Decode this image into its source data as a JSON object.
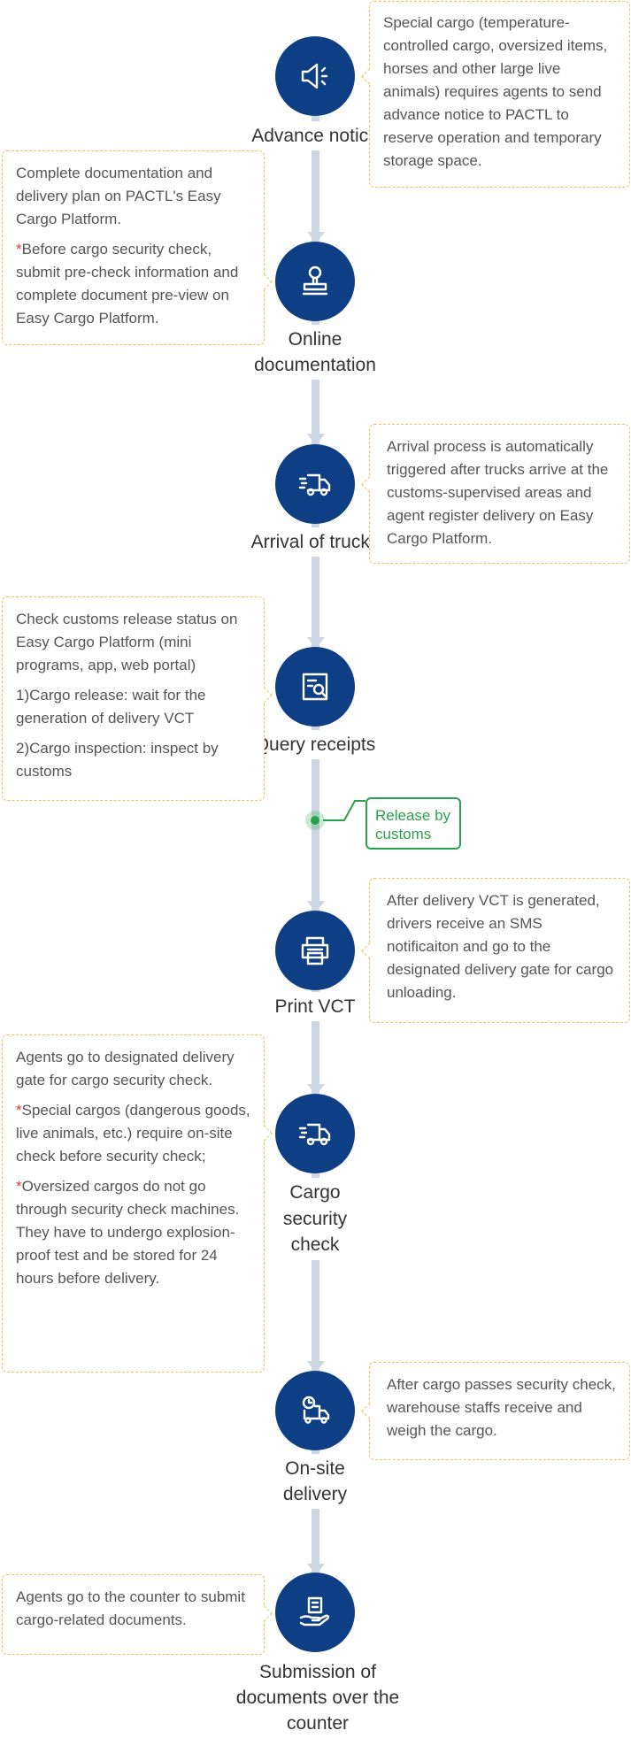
{
  "steps": [
    {
      "label": "Advance notice",
      "icon": "speaker-icon"
    },
    {
      "label": "Online documentation",
      "icon": "stamp-icon"
    },
    {
      "label": "Arrival of trucks",
      "icon": "truck-icon"
    },
    {
      "label": "Query receipts",
      "icon": "search-document-icon"
    },
    {
      "label": "Print VCT",
      "icon": "printer-icon"
    },
    {
      "label": "Cargo security check",
      "icon": "truck-icon"
    },
    {
      "label": "On-site delivery",
      "icon": "delivery-clock-icon"
    },
    {
      "label": "Submission of documents over the counter",
      "icon": "hand-document-icon"
    }
  ],
  "notes": {
    "advance_notice": "Special cargo (temperature-controlled cargo, oversized items, horses and other large live animals) requires agents to send advance notice to PACTL to reserve operation and temporary storage space.",
    "online_documentation": {
      "p1": "Complete documentation and delivery plan on PACTL's Easy Cargo Platform.",
      "p2_mark": "*",
      "p2": "Before cargo security check, submit pre-check information and complete document pre-view on Easy Cargo Platform."
    },
    "arrival_of_trucks": "Arrival process is automatically triggered after trucks arrive at the customs-supervised areas and agent register delivery on Easy Cargo Platform.",
    "query_receipts": {
      "p1": "Check customs release status on Easy Cargo Platform (mini programs, app, web portal)",
      "p2": "1)Cargo release: wait for the generation of delivery VCT",
      "p3": "2)Cargo inspection: inspect by customs"
    },
    "print_vct": "After delivery VCT is generated, drivers receive an SMS notificaiton and go to the designated delivery gate for cargo unloading.",
    "cargo_security_check": {
      "p1": "Agents go to designated delivery gate for cargo security check.",
      "p2_mark": "*",
      "p2": "Special cargos (dangerous goods, live animals, etc.) require on-site check before security check;",
      "p3_mark": "*",
      "p3": "Oversized cargos do not go through security check machines. They have to undergo explosion-proof test and be stored for 24 hours before delivery."
    },
    "on_site_delivery": "After cargo passes security check, warehouse staffs receive and weigh the cargo.",
    "submission": "Agents go to the counter to submit cargo-related documents."
  },
  "release": {
    "label": "Release by customs"
  },
  "colors": {
    "node": "#0e3f84",
    "line": "#cdd6e1",
    "note_border": "#f2c25a",
    "release": "#2aa24d",
    "asterisk": "#e23a2f"
  }
}
